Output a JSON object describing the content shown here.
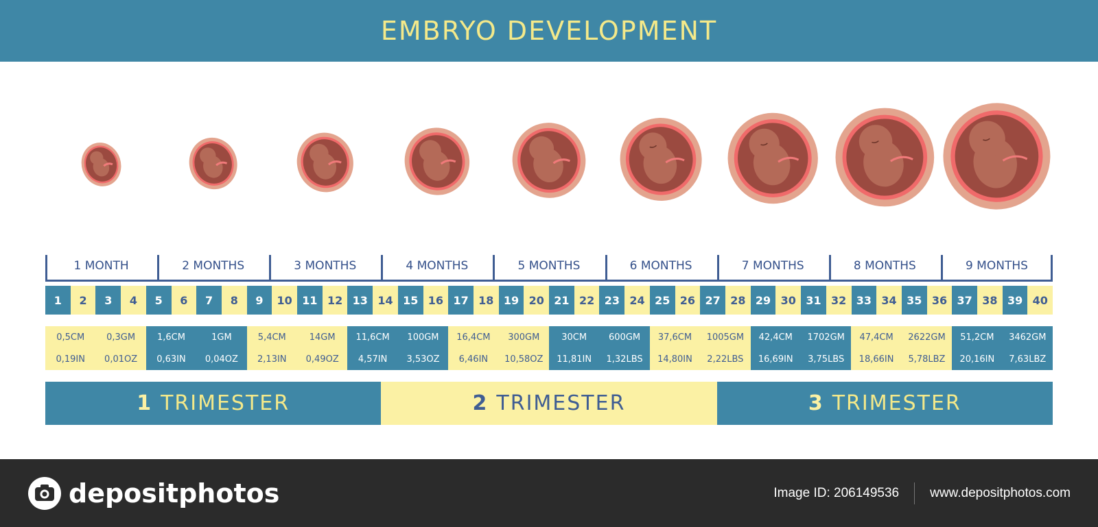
{
  "header": {
    "title": "EMBRYO DEVELOPMENT"
  },
  "months": [
    "1 MONTH",
    "2 MONTHS",
    "3 MONTHS",
    "4 MONTHS",
    "5 MONTHS",
    "6 MONTHS",
    "7 MONTHS",
    "8 MONTHS",
    "9 MONTHS"
  ],
  "weeks": [
    "1",
    "2",
    "3",
    "4",
    "5",
    "6",
    "7",
    "8",
    "9",
    "10",
    "11",
    "12",
    "13",
    "14",
    "15",
    "16",
    "17",
    "18",
    "19",
    "20",
    "21",
    "22",
    "23",
    "24",
    "25",
    "26",
    "27",
    "28",
    "29",
    "30",
    "31",
    "32",
    "33",
    "34",
    "35",
    "36",
    "37",
    "38",
    "39",
    "40"
  ],
  "stats": [
    {
      "len_cm": "0,5CM",
      "wt_gm": "0,3GM",
      "len_in": "0,19IN",
      "wt_imp": "0,01OZ"
    },
    {
      "len_cm": "1,6CM",
      "wt_gm": "1GM",
      "len_in": "0,63IN",
      "wt_imp": "0,04OZ"
    },
    {
      "len_cm": "5,4CM",
      "wt_gm": "14GM",
      "len_in": "2,13IN",
      "wt_imp": "0,49OZ"
    },
    {
      "len_cm": "11,6CM",
      "wt_gm": "100GM",
      "len_in": "4,57IN",
      "wt_imp": "3,53OZ"
    },
    {
      "len_cm": "16,4CM",
      "wt_gm": "300GM",
      "len_in": "6,46IN",
      "wt_imp": "10,58OZ"
    },
    {
      "len_cm": "30CM",
      "wt_gm": "600GM",
      "len_in": "11,81IN",
      "wt_imp": "1,32LBS"
    },
    {
      "len_cm": "37,6CM",
      "wt_gm": "1005GM",
      "len_in": "14,80IN",
      "wt_imp": "2,22LBS"
    },
    {
      "len_cm": "42,4CM",
      "wt_gm": "1702GM",
      "len_in": "16,69IN",
      "wt_imp": "3,75LBS"
    },
    {
      "len_cm": "47,4CM",
      "wt_gm": "2622GM",
      "len_in": "18,66IN",
      "wt_imp": "5,78LBZ"
    },
    {
      "len_cm": "51,2CM",
      "wt_gm": "3462GM",
      "len_in": "20,16IN",
      "wt_imp": "7,63LBZ"
    }
  ],
  "trimesters": [
    {
      "num": "1",
      "label": "TRIMESTER"
    },
    {
      "num": "2",
      "label": "TRIMESTER"
    },
    {
      "num": "3",
      "label": "TRIMESTER"
    }
  ],
  "footer": {
    "brand": "depositphotos",
    "image_id": "Image ID: 206149536",
    "website": "www.depositphotos.com"
  },
  "colors": {
    "teal": "#3f87a6",
    "yellow": "#fbf1a4",
    "navy": "#3f5d93",
    "title_yellow": "#f4e98a",
    "uterus_outer": "#e3a48e",
    "uterus_glow": "#f06a6a",
    "uterus_inner": "#9b4a40",
    "embryo": "#b46a58"
  }
}
